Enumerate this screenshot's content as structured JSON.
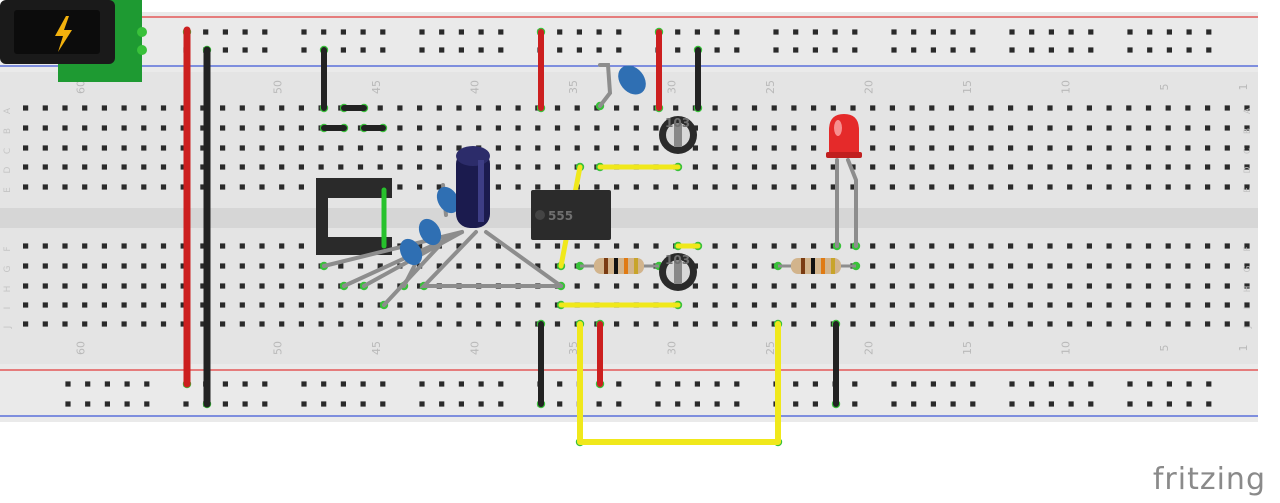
{
  "brand": {
    "name": "fritzing"
  },
  "breadboard": {
    "top_numbers": [
      "60",
      "50",
      "45",
      "40",
      "35",
      "30",
      "25",
      "20",
      "15",
      "10",
      "5",
      "1"
    ],
    "bottom_numbers": [
      "60",
      "50",
      "45",
      "40",
      "35",
      "30",
      "25",
      "20",
      "15",
      "10",
      "5",
      "1"
    ],
    "row_letters_top": [
      "A",
      "B",
      "C",
      "D",
      "E"
    ],
    "row_letters_bottom": [
      "F",
      "G",
      "H",
      "I",
      "J"
    ]
  },
  "components": {
    "ic_label": "555",
    "trimmer_label": "103"
  },
  "colors": {
    "board": "#e4e4e4",
    "hole": "#2a2a2a",
    "hole_active": "#39c13a",
    "rail_red": "#e23b3b",
    "rail_blue": "#3f58d8",
    "wire_red": "#cc1f1f",
    "wire_black": "#222222",
    "wire_yellow": "#f0e81b",
    "wire_green": "#27c22c",
    "capacitor_blue": "#2f6fb3",
    "electrolytic": "#1b1b4e",
    "led_red": "#e52a2a"
  }
}
